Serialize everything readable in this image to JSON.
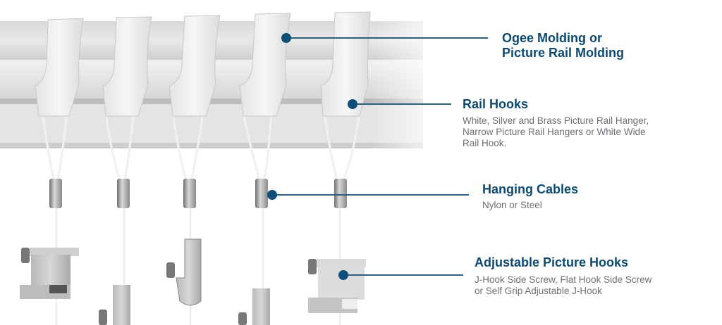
{
  "diagram": {
    "accent_color": "#0d4f7a",
    "line_color": "#2f5f80",
    "components": [
      {
        "title_line1": "Ogee Molding or",
        "title_line2": "Picture Rail Molding",
        "description": ""
      },
      {
        "title": "Rail Hooks",
        "description_line1": "White, Silver and Brass Picture Rail Hanger,",
        "description_line2": "Narrow Picture Rail Hangers or White Wide",
        "description_line3": "Rail Hook."
      },
      {
        "title": "Hanging Cables",
        "description": "Nylon or Steel"
      },
      {
        "title": "Adjustable Picture Hooks",
        "description_line1": "J-Hook Side Screw, Flat Hook Side Screw",
        "description_line2": "or Self Grip Adjustable J-Hook"
      }
    ]
  }
}
